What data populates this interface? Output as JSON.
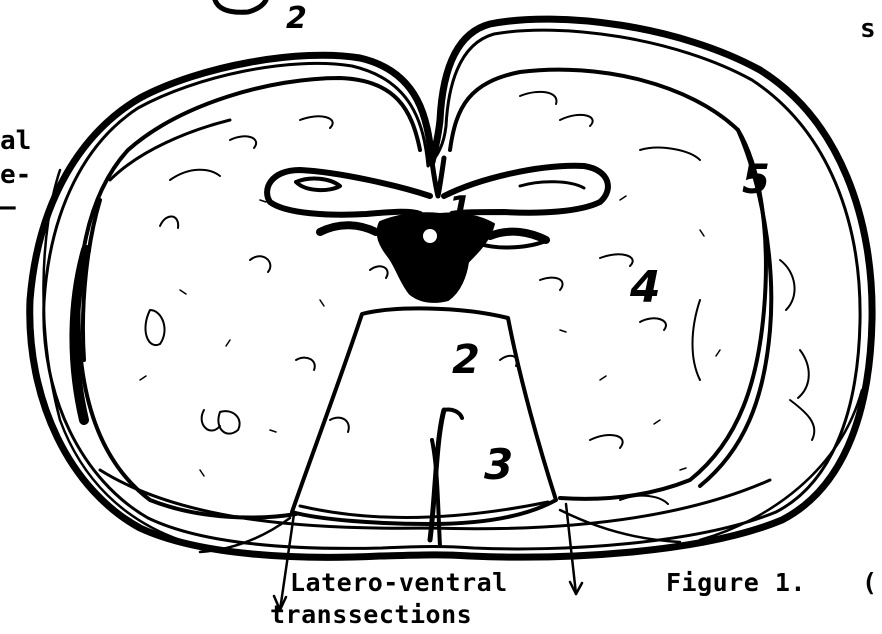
{
  "left_margin_text": [
    "al",
    "e-",
    "—"
  ],
  "right_margin_text": [
    "s"
  ],
  "top_mark": "2",
  "region_numbers": [
    "1",
    "2",
    "3",
    "4",
    "5"
  ],
  "caption": {
    "line1": "Latero-ventral",
    "line2": "transsections"
  },
  "figure_label": "Figure 1.",
  "right_edge_fragment": "(",
  "colors": {
    "ink": "#000000",
    "paper": "#ffffff"
  }
}
